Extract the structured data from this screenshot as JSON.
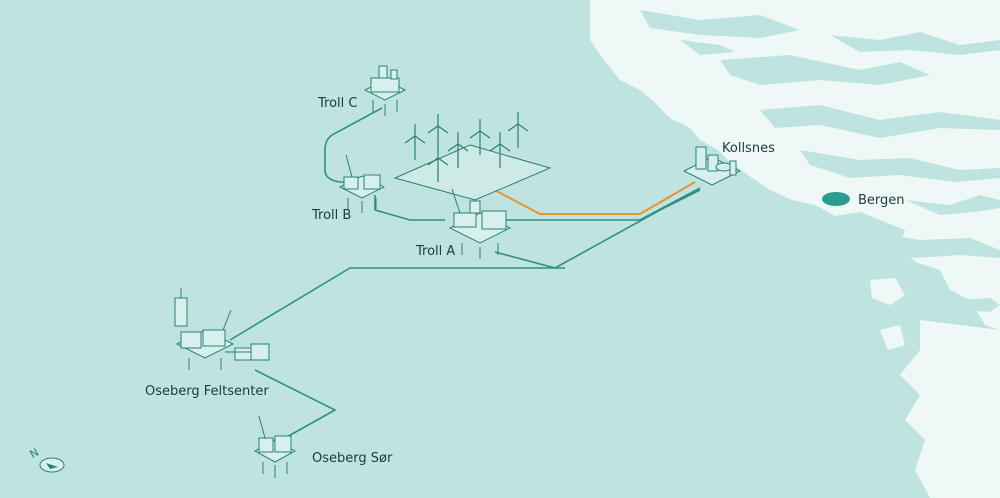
{
  "colors": {
    "sea": "#bfe4e0",
    "land": "#eef8f7",
    "pipeline": "#2f8f86",
    "power_cable": "#e9922f",
    "structure_stroke": "#2a7f78",
    "structure_fill": "#d7f0ed",
    "city": "#2a9d8f",
    "label": "#1c3b3a"
  },
  "labels": {
    "troll_c": "Troll C",
    "troll_b": "Troll B",
    "troll_a": "Troll A",
    "kollsnes": "Kollsnes",
    "bergen": "Bergen",
    "oseberg_feltsenter": "Oseberg Feltsenter",
    "oseberg_sor": "Oseberg Sør"
  },
  "icons": {
    "compass": "north-arrow-icon",
    "platform": "platform-icon",
    "wind_turbine": "wind-turbine-icon",
    "gas_plant": "gas-plant-icon"
  },
  "wind_park": {
    "turbine_count": 7
  }
}
